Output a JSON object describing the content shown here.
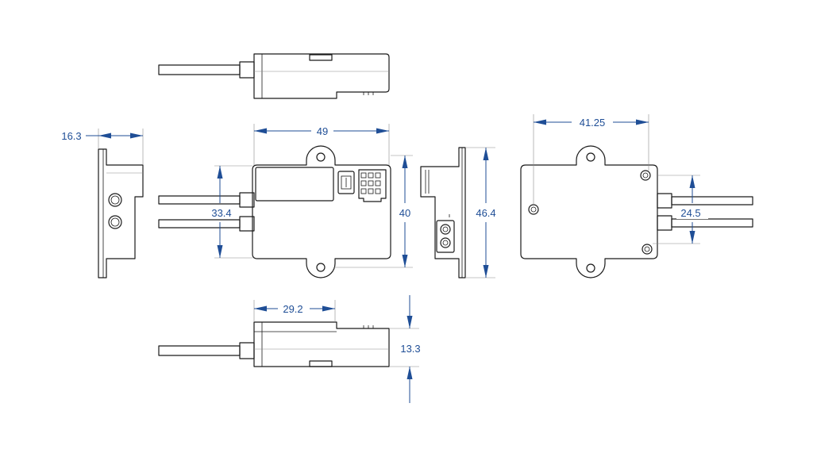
{
  "dimensions": {
    "top_width": "49",
    "front_height": "40",
    "connector_spacing_front": "33.4",
    "side_depth": "16.3",
    "side_height": "46.4",
    "hole_spacing": "41.25",
    "connector_spacing_rear": "24.5",
    "bottom_width": "29.2",
    "bottom_height": "13.3"
  },
  "colors": {
    "dimension": "#1f4e96",
    "outline": "#1a1a1a",
    "extension": "#8a8a8a"
  }
}
